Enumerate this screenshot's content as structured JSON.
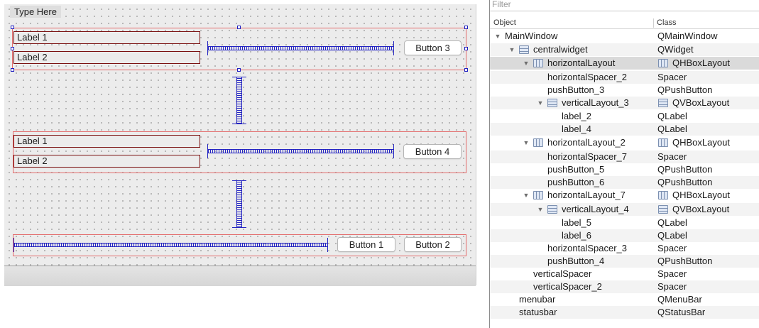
{
  "form": {
    "menubar_placeholder": "Type Here",
    "group1": {
      "label_top": "Label 1",
      "label_bottom": "Label 2",
      "button": "Button 3"
    },
    "group2": {
      "label_top": "Label 1",
      "label_bottom": "Label 2",
      "button": "Button 4"
    },
    "group3": {
      "button_left": "Button 1",
      "button_right": "Button 2"
    }
  },
  "inspector": {
    "filter_placeholder": "Filter",
    "columns": {
      "object": "Object",
      "class": "Class"
    },
    "rows": [
      {
        "object": "MainWindow",
        "class": "QMainWindow",
        "depth": 0,
        "expander": "open",
        "icon": "",
        "class_icon": ""
      },
      {
        "object": "centralwidget",
        "class": "QWidget",
        "depth": 1,
        "expander": "open",
        "icon": "vbox-layout-icon",
        "class_icon": ""
      },
      {
        "object": "horizontalLayout",
        "class": "QHBoxLayout",
        "depth": 2,
        "expander": "open",
        "icon": "hbox-layout-icon",
        "class_icon": "hbox-layout-icon",
        "selected": true
      },
      {
        "object": "horizontalSpacer_2",
        "class": "Spacer",
        "depth": 3,
        "expander": "",
        "icon": "",
        "class_icon": ""
      },
      {
        "object": "pushButton_3",
        "class": "QPushButton",
        "depth": 3,
        "expander": "",
        "icon": "",
        "class_icon": ""
      },
      {
        "object": "verticalLayout_3",
        "class": "QVBoxLayout",
        "depth": 3,
        "expander": "open",
        "icon": "vbox-layout-icon",
        "class_icon": "vbox-layout-icon"
      },
      {
        "object": "label_2",
        "class": "QLabel",
        "depth": 4,
        "expander": "",
        "icon": "",
        "class_icon": ""
      },
      {
        "object": "label_4",
        "class": "QLabel",
        "depth": 4,
        "expander": "",
        "icon": "",
        "class_icon": ""
      },
      {
        "object": "horizontalLayout_2",
        "class": "QHBoxLayout",
        "depth": 2,
        "expander": "open",
        "icon": "hbox-layout-icon",
        "class_icon": "hbox-layout-icon"
      },
      {
        "object": "horizontalSpacer_7",
        "class": "Spacer",
        "depth": 3,
        "expander": "",
        "icon": "",
        "class_icon": ""
      },
      {
        "object": "pushButton_5",
        "class": "QPushButton",
        "depth": 3,
        "expander": "",
        "icon": "",
        "class_icon": ""
      },
      {
        "object": "pushButton_6",
        "class": "QPushButton",
        "depth": 3,
        "expander": "",
        "icon": "",
        "class_icon": ""
      },
      {
        "object": "horizontalLayout_7",
        "class": "QHBoxLayout",
        "depth": 2,
        "expander": "open",
        "icon": "hbox-layout-icon",
        "class_icon": "hbox-layout-icon"
      },
      {
        "object": "verticalLayout_4",
        "class": "QVBoxLayout",
        "depth": 3,
        "expander": "open",
        "icon": "vbox-layout-icon",
        "class_icon": "vbox-layout-icon"
      },
      {
        "object": "label_5",
        "class": "QLabel",
        "depth": 4,
        "expander": "",
        "icon": "",
        "class_icon": ""
      },
      {
        "object": "label_6",
        "class": "QLabel",
        "depth": 4,
        "expander": "",
        "icon": "",
        "class_icon": ""
      },
      {
        "object": "horizontalSpacer_3",
        "class": "Spacer",
        "depth": 3,
        "expander": "",
        "icon": "",
        "class_icon": ""
      },
      {
        "object": "pushButton_4",
        "class": "QPushButton",
        "depth": 3,
        "expander": "",
        "icon": "",
        "class_icon": ""
      },
      {
        "object": "verticalSpacer",
        "class": "Spacer",
        "depth": 2,
        "expander": "",
        "icon": "",
        "class_icon": ""
      },
      {
        "object": "verticalSpacer_2",
        "class": "Spacer",
        "depth": 2,
        "expander": "",
        "icon": "",
        "class_icon": ""
      },
      {
        "object": "menubar",
        "class": "QMenuBar",
        "depth": 1,
        "expander": "",
        "icon": "",
        "class_icon": ""
      },
      {
        "object": "statusbar",
        "class": "QStatusBar",
        "depth": 1,
        "expander": "",
        "icon": "",
        "class_icon": ""
      }
    ]
  }
}
